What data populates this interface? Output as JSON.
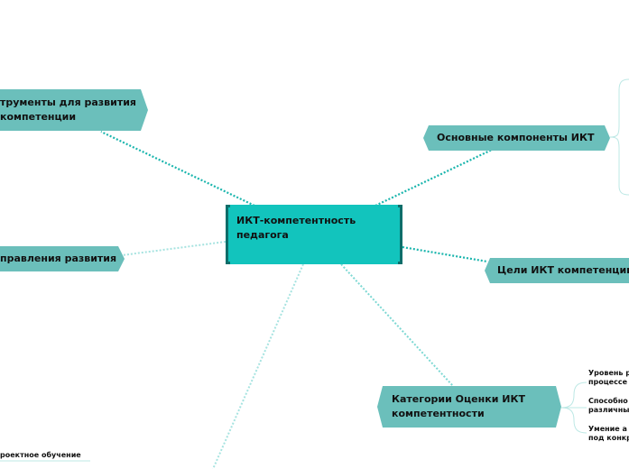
{
  "center": {
    "line1": "ИКТ-компетентность",
    "line2": "педагога"
  },
  "nodes": {
    "tools": {
      "line1": "трументы для развития",
      "line2": "компетенции"
    },
    "components": {
      "line1": "Основные компоненты ИКТ"
    },
    "directions": {
      "line1": "правления развития"
    },
    "goals": {
      "line1": "Цели ИКТ компетенции"
    },
    "categories": {
      "line1": "Категории Оценки ИКТ",
      "line2": "компетентности"
    }
  },
  "leaves": {
    "cat1": {
      "line1": "Уровень р",
      "line2": "процессе"
    },
    "cat2": {
      "line1": "Способно",
      "line2": "различны"
    },
    "cat3": {
      "line1": "Умение а",
      "line2": "под конкр"
    },
    "project": {
      "line1": "роектное обучение"
    }
  },
  "colors": {
    "center": "#12c4bd",
    "node": "#6bbfbb",
    "link_dark": "#1ab5ad",
    "link_light": "#a6e3e0"
  }
}
